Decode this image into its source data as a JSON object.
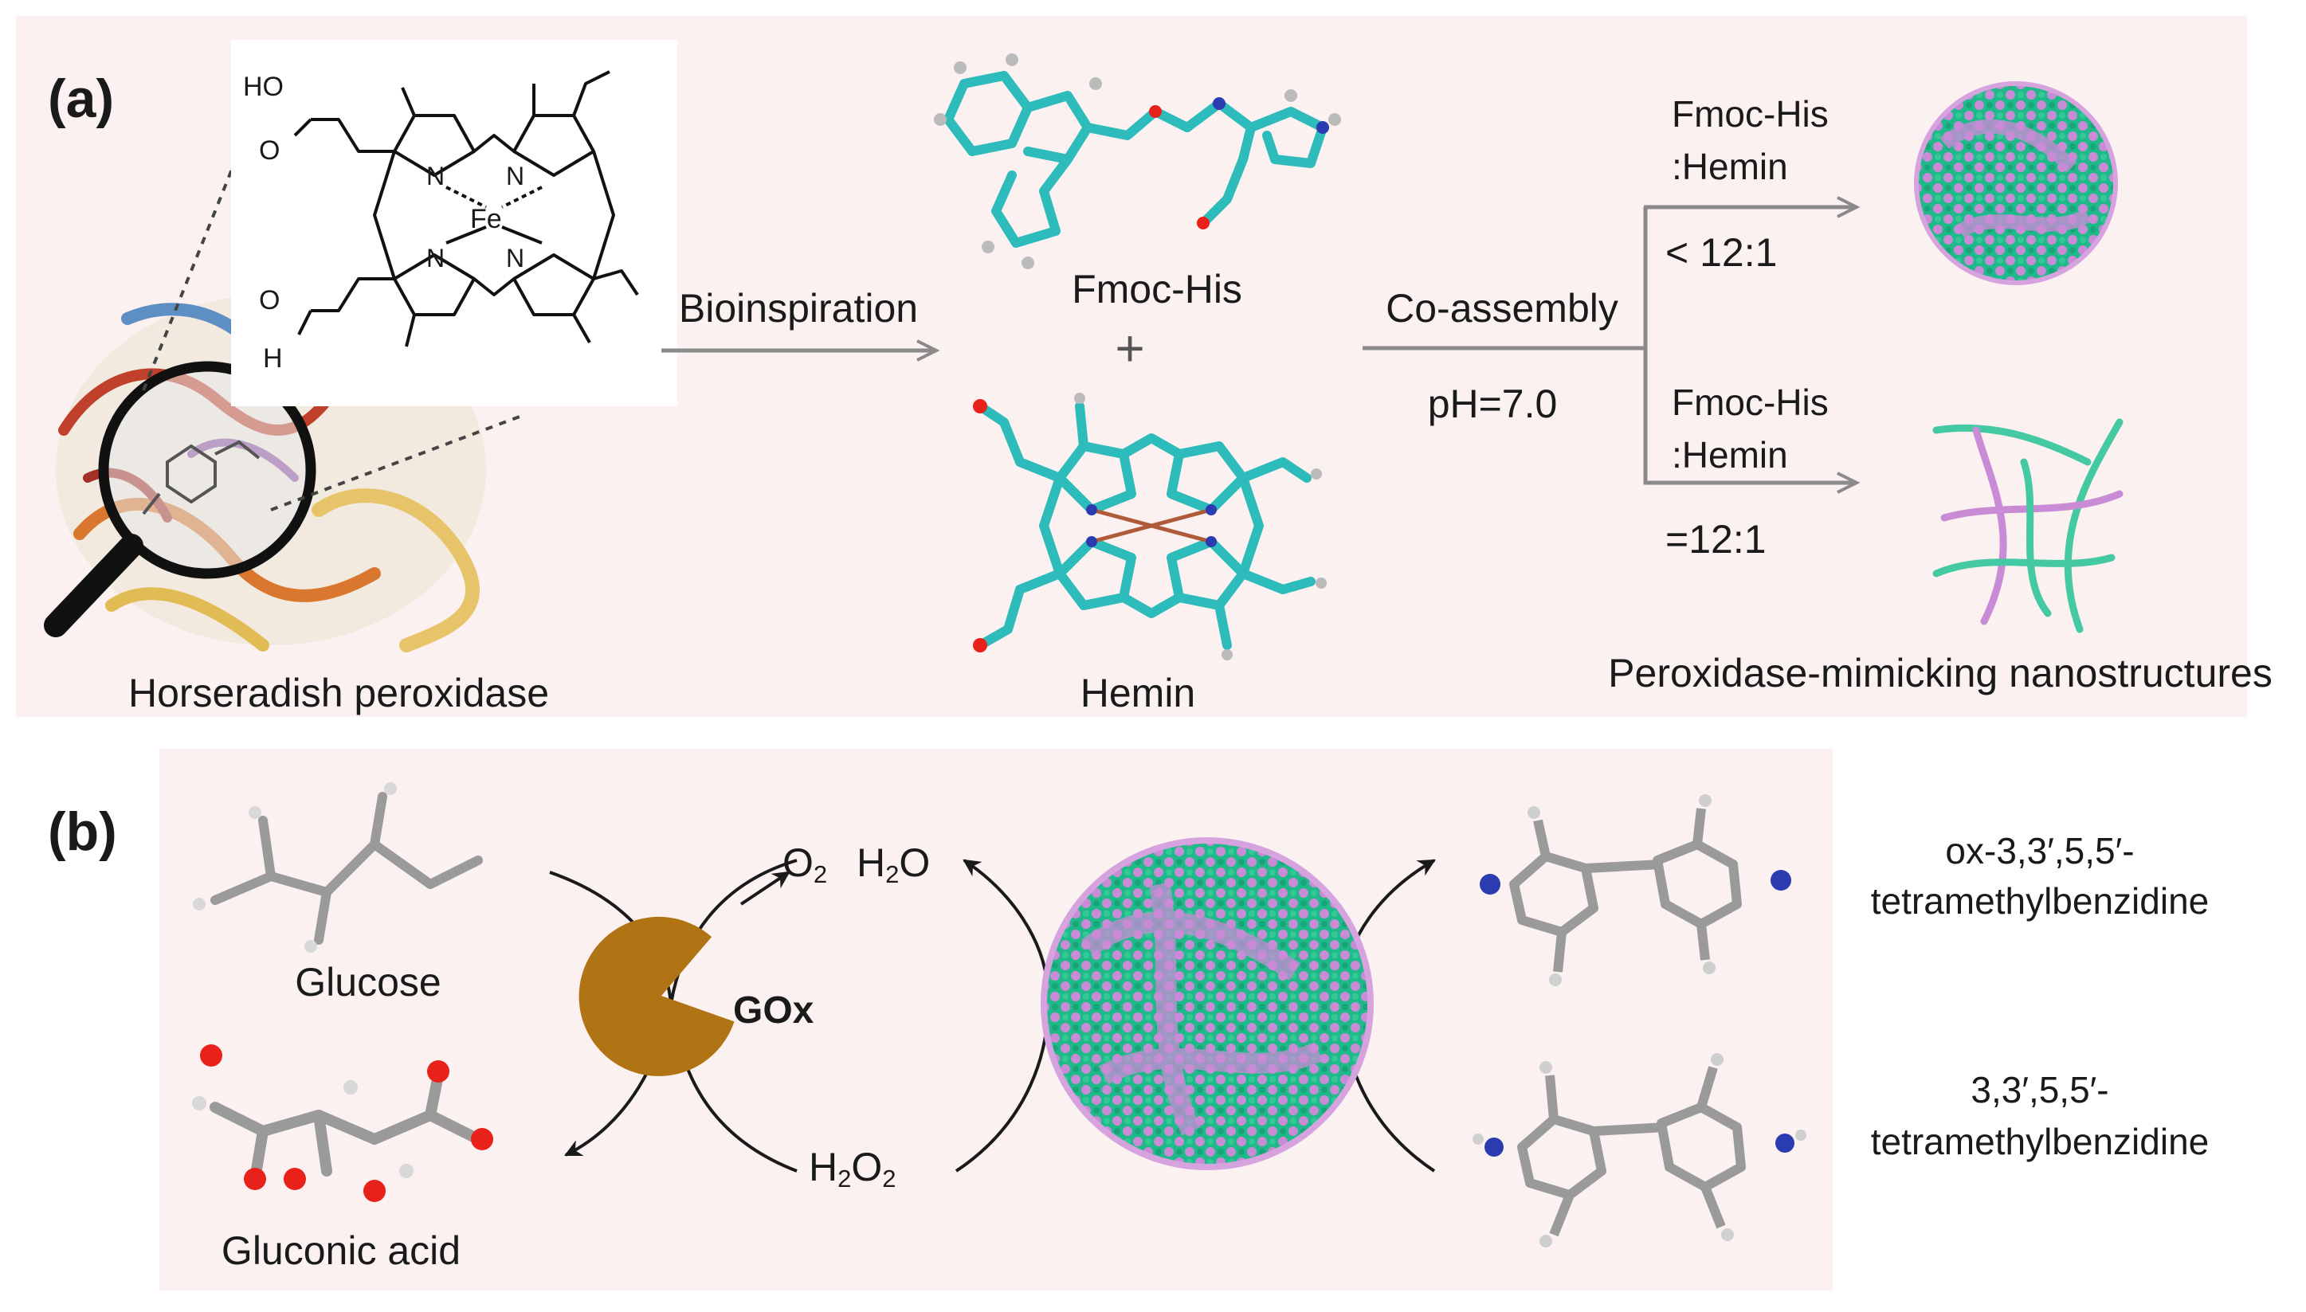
{
  "panel_a": {
    "label": "(a)",
    "hemin_structure": {
      "ho": "HO",
      "o_top": "O",
      "o_bottom": "O",
      "h": "H",
      "n1": "N",
      "n2": "N",
      "n3": "N",
      "n4": "N",
      "fe": "Fe"
    },
    "horseradish_label": "Horseradish peroxidase",
    "bioinspiration_label": "Bioinspiration",
    "fmoc_his_label": "Fmoc-His",
    "plus_sign": "+",
    "hemin_label": "Hemin",
    "coassembly_label": "Co-assembly",
    "ph_label": "pH=7.0",
    "branch_top": {
      "line1": "Fmoc-His",
      "line2": ":Hemin",
      "ratio": "< 12:1"
    },
    "branch_bottom": {
      "line1": "Fmoc-His",
      "line2": ":Hemin",
      "ratio": "=12:1"
    },
    "nanostructures_label": "Peroxidase-mimicking nanostructures"
  },
  "panel_b": {
    "label": "(b)",
    "glucose_label": "Glucose",
    "gluconic_label": "Gluconic acid",
    "gox_label": "GOx",
    "o2": "O",
    "o2_sub": "2",
    "h2o_h": "H",
    "h2o_sub": "2",
    "h2o_o": "O",
    "h2o2_h": "H",
    "h2o2_sub1": "2",
    "h2o2_o": "O",
    "h2o2_sub2": "2",
    "ox_tmb_line1": "ox-3,3′,5,5′-",
    "ox_tmb_line2": "tetramethylbenzidine",
    "tmb_line1": "3,3′,5,5′-",
    "tmb_line2": "tetramethylbenzidine"
  },
  "colors": {
    "arrow": "#8a8a8a",
    "panel_bg": "#fcf1f1",
    "bond_teal": "#2ebbbb",
    "sphere_green": "#1fb98a",
    "sphere_pink": "#c98bd6",
    "gox_brown": "#b07414",
    "oxygen_red": "#e8221b",
    "nitrogen_blue": "#2b3cb0",
    "carbon_grey": "#9a9a9a"
  }
}
